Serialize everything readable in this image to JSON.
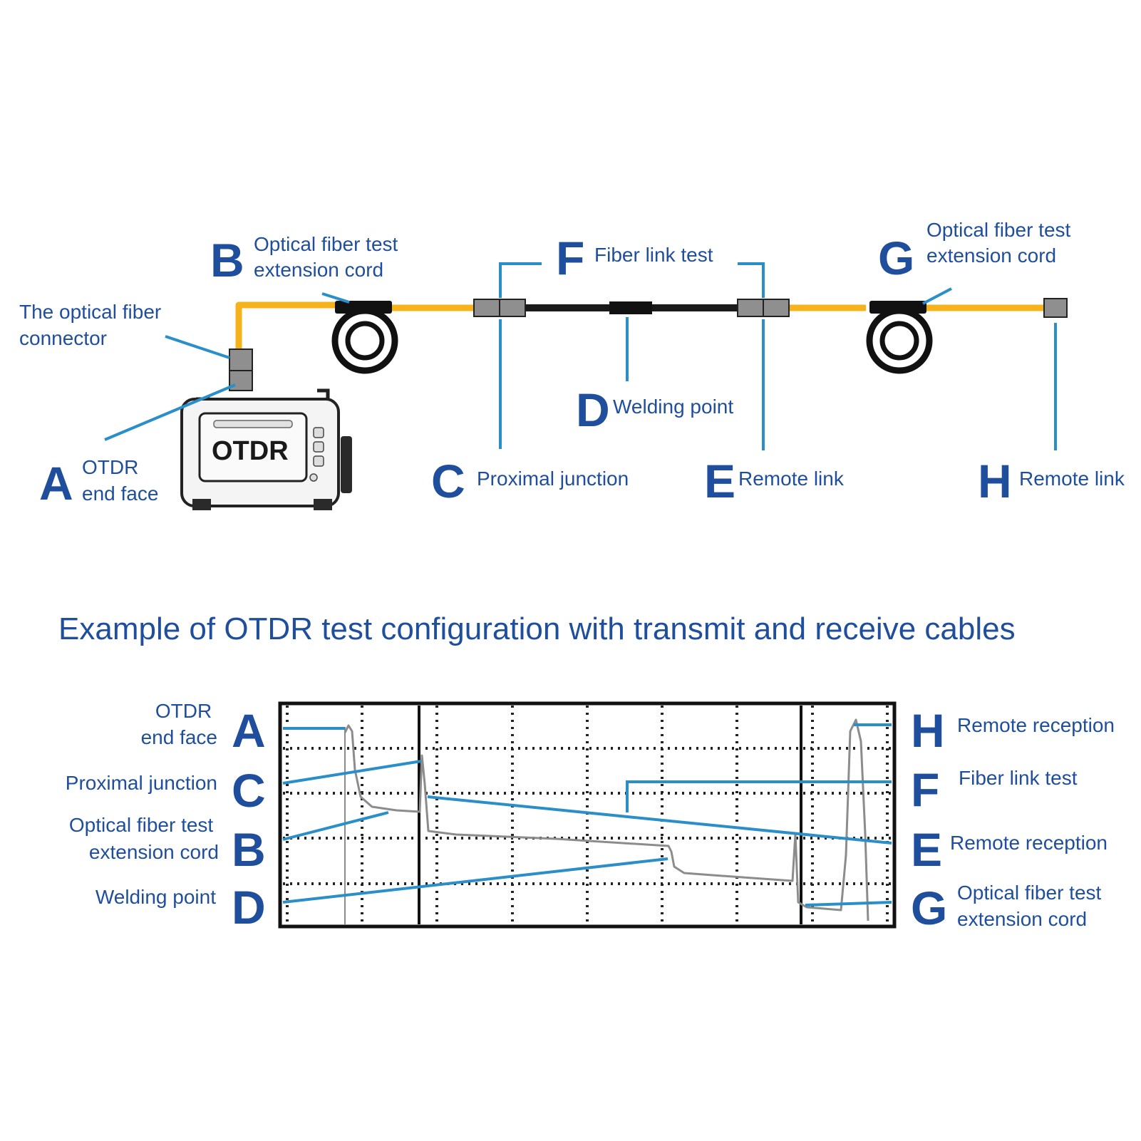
{
  "colors": {
    "label": "#1f4e9c",
    "leader": "#2a8fc9",
    "fiber": "#f5b21a",
    "cable": "#1a1a1a",
    "connector": "#8f8f8f",
    "trace": "#8c8c8c"
  },
  "top": {
    "otdr_device": "OTDR",
    "connector_label": [
      "The optical fiber",
      "connector"
    ],
    "A": {
      "letter": "A",
      "label": [
        "OTDR",
        "end face"
      ]
    },
    "B": {
      "letter": "B",
      "label": [
        "Optical fiber test",
        "extension cord"
      ]
    },
    "C": {
      "letter": "C",
      "label": [
        "Proximal junction"
      ]
    },
    "D": {
      "letter": "D",
      "label": [
        "Welding point"
      ]
    },
    "E": {
      "letter": "E",
      "label": [
        "Remote link"
      ]
    },
    "F": {
      "letter": "F",
      "label": [
        "Fiber link test"
      ]
    },
    "G": {
      "letter": "G",
      "label": [
        "Optical fiber test",
        "extension cord"
      ]
    },
    "H": {
      "letter": "H",
      "label": [
        "Remote link"
      ]
    }
  },
  "title": "Example of OTDR test configuration with transmit and receive cables",
  "bottom": {
    "left": [
      {
        "letter": "A",
        "label": [
          "OTDR",
          "end face"
        ]
      },
      {
        "letter": "C",
        "label": [
          "Proximal junction"
        ]
      },
      {
        "letter": "B",
        "label": [
          "Optical fiber test",
          "extension cord"
        ]
      },
      {
        "letter": "D",
        "label": [
          "Welding point"
        ]
      }
    ],
    "right": [
      {
        "letter": "H",
        "label": [
          "Remote reception"
        ]
      },
      {
        "letter": "F",
        "label": [
          "Fiber link test"
        ]
      },
      {
        "letter": "E",
        "label": [
          "Remote reception"
        ]
      },
      {
        "letter": "G",
        "label": [
          "Optical fiber test",
          "extension cord"
        ]
      }
    ]
  }
}
